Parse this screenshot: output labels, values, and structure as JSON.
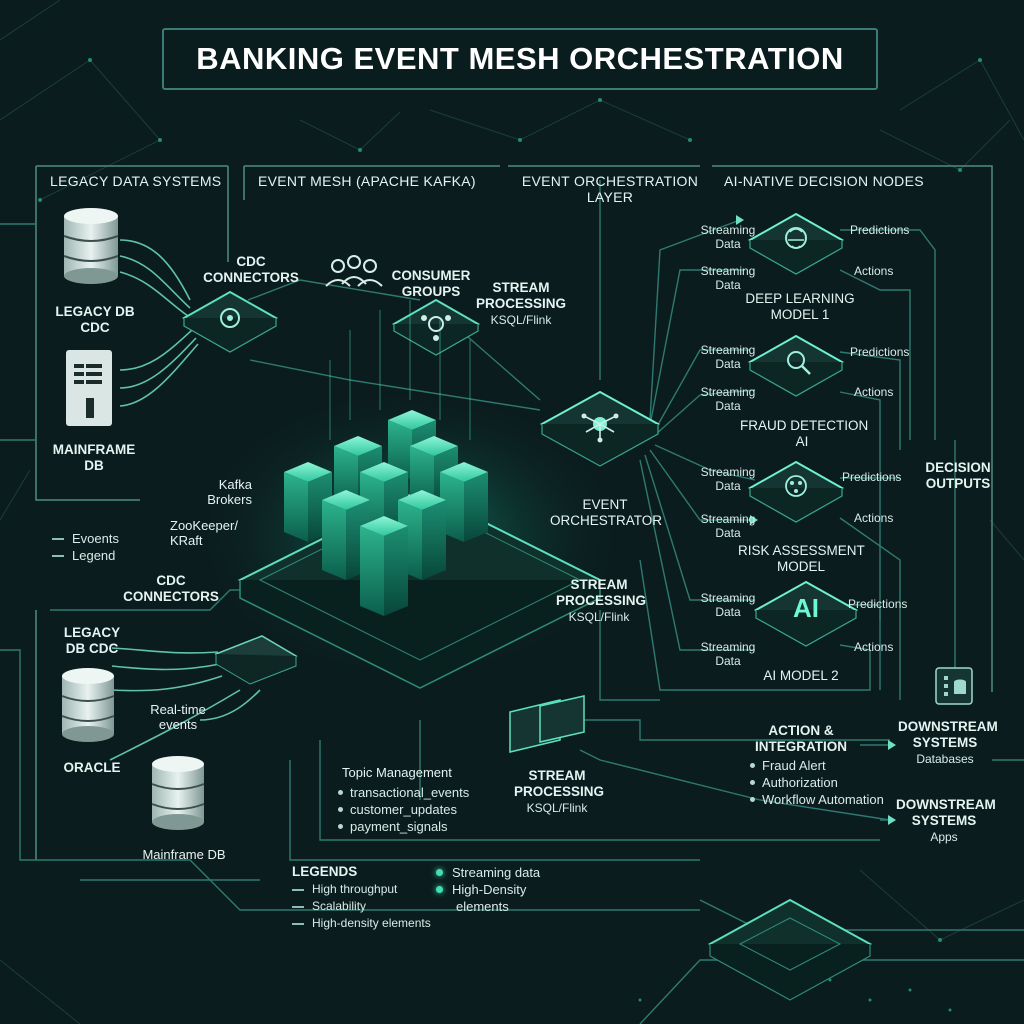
{
  "title": "BANKING EVENT MESH ORCHESTRATION",
  "sections": {
    "legacy": "LEGACY DATA SYSTEMS",
    "mesh": "EVENT MESH (APACHE KAFKA)",
    "orchestration": [
      "EVENT ORCHESTRATION",
      "LAYER"
    ],
    "ai_nodes": "AI-NATIVE DECISION NODES"
  },
  "left_top": {
    "legacy_db": [
      "LEGACY DB",
      "CDC"
    ],
    "mainframe": [
      "MAINFRAME",
      "DB"
    ],
    "legend_lines": [
      "Evoents",
      "Legend"
    ]
  },
  "cdc_top": [
    "CDC",
    "CONNECTORS"
  ],
  "consumer": [
    "CONSUMER",
    "GROUPS"
  ],
  "stream_top": {
    "title": [
      "STREAM",
      "PROCESSING"
    ],
    "sub": "KSQL/Flink"
  },
  "brokers": {
    "kafka": [
      "Kafka",
      "Brokers"
    ],
    "zookeeper": [
      "ZooKeeper/",
      "KRaft"
    ]
  },
  "cdc_bottom": [
    "CDC",
    "CONNECTORS"
  ],
  "left_bottom": {
    "legacy_cdc": [
      "LEGACY",
      "DB CDC"
    ],
    "realtime": [
      "Real-time",
      "events"
    ],
    "oracle": "ORACLE",
    "mainframe_db": "Mainframe DB"
  },
  "stream_mid": {
    "title": [
      "STREAM",
      "PROCESSING"
    ],
    "sub": "KSQL/Flink"
  },
  "orchestrator": [
    "EVENT",
    "ORCHESTRATOR"
  ],
  "topic": {
    "title": "Topic Management",
    "items": [
      "transactional_events",
      "customer_updates",
      "payment_signals"
    ]
  },
  "stream_bottom": {
    "title": [
      "STREAM",
      "PROCESSING"
    ],
    "sub": "KSQL/Flink"
  },
  "models": [
    {
      "name": [
        "DEEP LEARNING",
        "MODEL 1"
      ],
      "in1": [
        "Streaming",
        "Data"
      ],
      "in2": [
        "Streaming",
        "Data"
      ],
      "out1": "Predictions",
      "out2": "Actions",
      "icon": "brain-icon"
    },
    {
      "name": [
        "FRAUD DETECTION",
        "AI"
      ],
      "in1": [
        "Streaming",
        "Data"
      ],
      "in2": [
        "Streaming",
        "Data"
      ],
      "out1": "Predictions",
      "out2": "Actions",
      "icon": "magnifier-chart-icon"
    },
    {
      "name": [
        "RISK ASSESSMENT",
        "MODEL"
      ],
      "in1": [
        "Streaming",
        "Data"
      ],
      "in2": [
        "Streaming",
        "Data"
      ],
      "out1": "Predictions",
      "out2": "Actions",
      "icon": "network-brain-icon"
    },
    {
      "name": [
        "AI MODEL 2"
      ],
      "in1": [
        "Streaming",
        "Data"
      ],
      "in2": [
        "Streaming",
        "Data"
      ],
      "out1": "Predictions",
      "out2": "Actions",
      "icon": "ai-chip-icon",
      "chip_text": "AI"
    }
  ],
  "decision_outputs": [
    "DECISION",
    "OUTPUTS"
  ],
  "action": {
    "title": [
      "ACTION &",
      "INTEGRATION"
    ],
    "items": [
      "Fraud Alert",
      "Authorization",
      "Workflow Automation"
    ]
  },
  "downstream_db": {
    "title": [
      "DOWNSTREAM",
      "SYSTEMS"
    ],
    "sub": "Databases"
  },
  "downstream_apps": {
    "title": [
      "DOWNSTREAM",
      "SYSTEMS"
    ],
    "sub": "Apps"
  },
  "legends": {
    "title": "LEGENDS",
    "lines": [
      "High throughput",
      "Scalability",
      "High-density elements"
    ],
    "dots": [
      "Streaming data",
      [
        "High-Density",
        "elements"
      ]
    ]
  },
  "colors": {
    "background": "#0b1c1e",
    "accent": "#3fe0b6",
    "line": "#2f7a70",
    "frame": "#4f8c84"
  }
}
